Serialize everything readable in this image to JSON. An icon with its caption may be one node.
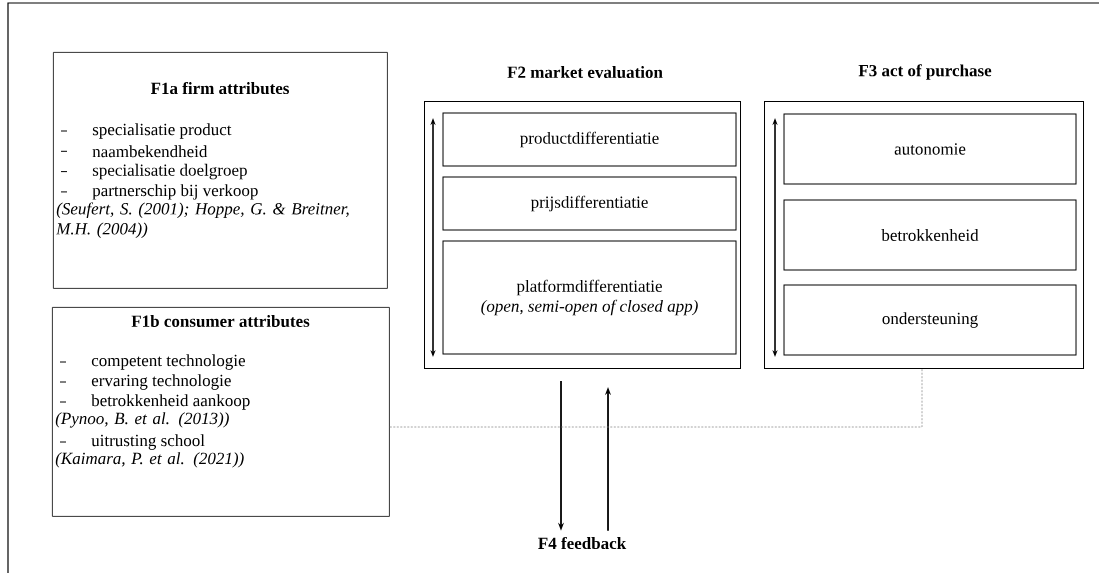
{
  "diagram": {
    "nodes": [
      {
        "text": [
          "F1a firm attributes",
          "specialisatie product",
          "naambekendheid",
          "specialisatie doelgroep",
          "partnerschip bij verkoop",
          "(Seufert, S. (2001); Hoppe, G. & Breitner, M.H. (2004))"
        ]
      },
      {
        "text": [
          "F1b consumer attributes",
          "competent technologie",
          "ervaring technologie",
          "betrokkenheid aankoop",
          "(Pynoo, B. et al. (2013))",
          "uitrusting school",
          "(Kaimara, P. et al. (2021))"
        ]
      },
      {
        "text": [
          "F2 market evaluation"
        ]
      },
      {
        "text": [
          "productdifferentiatie"
        ],
        "in": 2
      },
      {
        "text": [
          "prijsdifferentiatie"
        ],
        "in": 2
      },
      {
        "text": [
          "platformdifferentiatie",
          "(open, semi-open of closed app)"
        ],
        "in": 2
      },
      {
        "text": [
          "F3 act of purchase"
        ]
      },
      {
        "text": [
          "autonomie"
        ],
        "in": 6
      },
      {
        "text": [
          "betrokkenheid"
        ],
        "in": 6
      },
      {
        "text": [
          "ondersteuning"
        ],
        "in": 6
      },
      {
        "text": [
          "F4 feedback"
        ]
      }
    ],
    "edges": [
      {
        "from": 2,
        "to": 10,
        "arrow": "to"
      },
      {
        "from": 10,
        "to": 2,
        "arrow": "to"
      },
      {
        "from": 1,
        "to": 6,
        "arrow": "none",
        "style": "dashed",
        "color": "#808080"
      }
    ]
  }
}
